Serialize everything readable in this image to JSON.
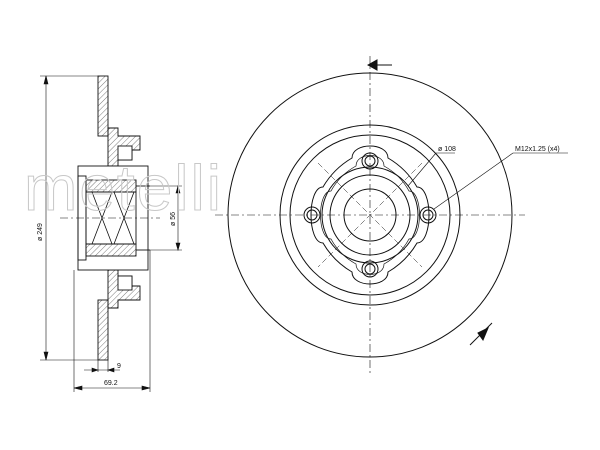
{
  "watermark": "metelli",
  "dimensions": {
    "outer_diameter": "ø 249",
    "bore_diameter": "ø 56",
    "disc_thickness": "9",
    "overall_height": "69.2",
    "pcd": "ø 108",
    "thread": "M12x1.25 (x4)"
  },
  "colors": {
    "line": "#111111",
    "hatch": "#222222",
    "watermark": "#c8c8c8"
  }
}
